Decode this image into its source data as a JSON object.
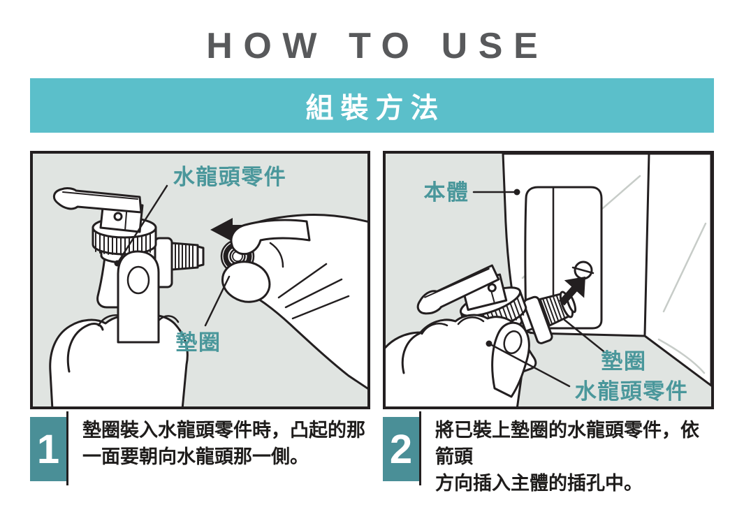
{
  "header": {
    "title": "HOW TO USE",
    "banner_title": "組裝方法"
  },
  "panel1": {
    "label_faucet_part": "水龍頭零件",
    "label_gasket": "墊圈",
    "arrow_icon": "left-arrow"
  },
  "panel2": {
    "label_body": "本體",
    "label_gasket": "墊圈",
    "label_faucet_part": "水龍頭零件",
    "arrow_icon": "up-right-arrow"
  },
  "steps": [
    {
      "number": "1",
      "line1": "墊圈裝入水龍頭零件時，凸起的那",
      "line2": "一面要朝向水龍頭那一側。"
    },
    {
      "number": "2",
      "line1": "將已裝上墊圈的水龍頭零件，依箭頭",
      "line2": "方向插入主體的插孔中。"
    }
  ],
  "colors": {
    "banner_teal": "#5bbfca",
    "label_teal": "#4a979b",
    "step_box_teal": "#4a8f97",
    "panel_bg": "#e0e4e1",
    "line_dark": "#231f20",
    "title_gray": "#58595b"
  }
}
